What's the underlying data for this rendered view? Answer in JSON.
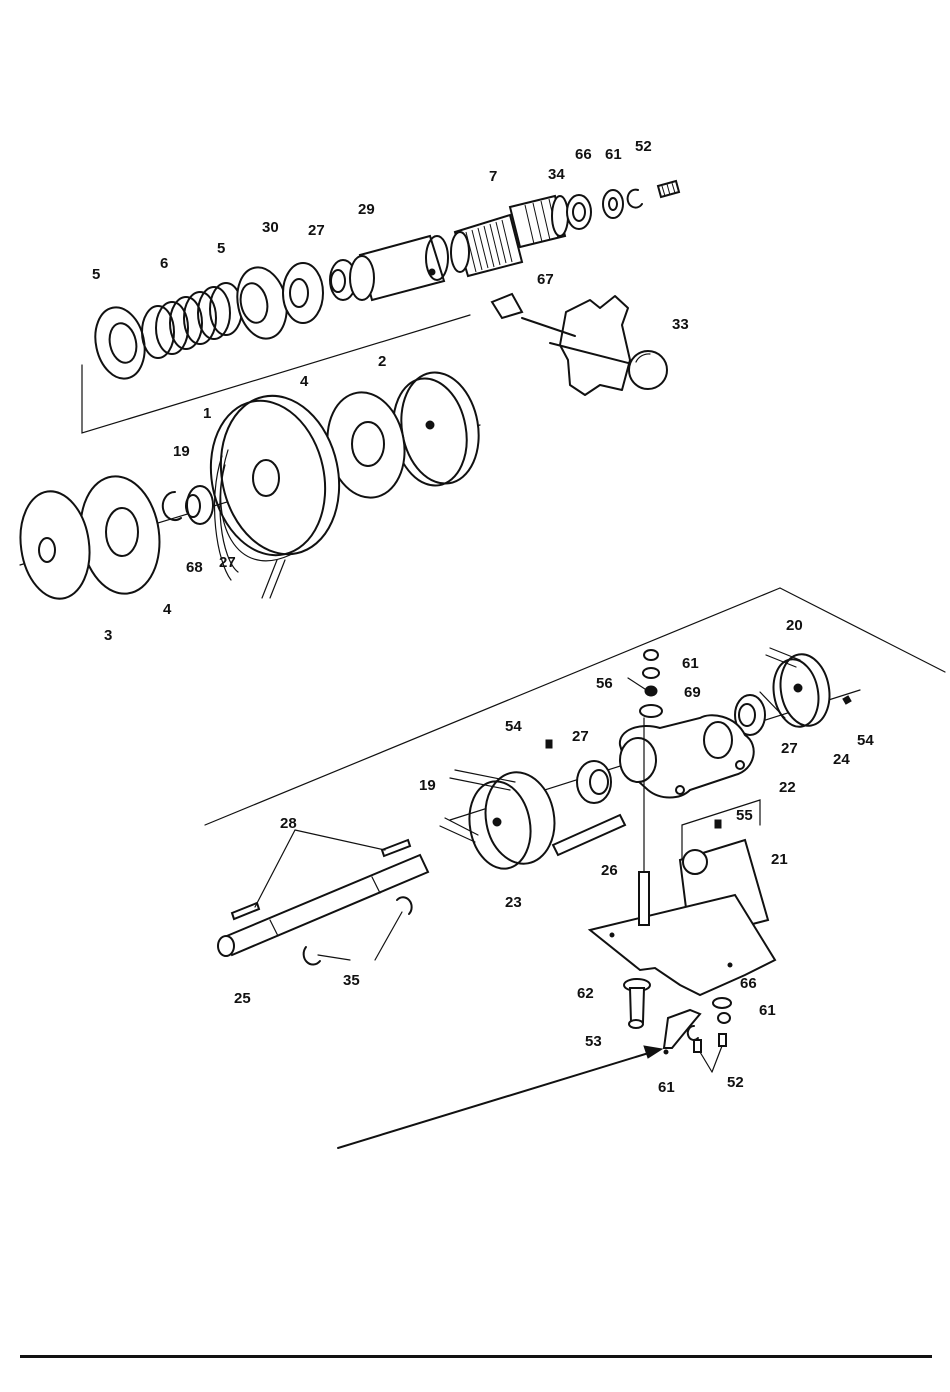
{
  "diagram": {
    "labels": {
      "top": [
        "5",
        "6",
        "5",
        "30",
        "27",
        "29",
        "7",
        "34",
        "66",
        "61",
        "52",
        "67",
        "33",
        "2",
        "4",
        "1",
        "19",
        "68",
        "27",
        "3",
        "4"
      ],
      "bottom": [
        "20",
        "61",
        "56",
        "69",
        "54",
        "27",
        "27",
        "24",
        "54",
        "22",
        "19",
        "55",
        "28",
        "26",
        "21",
        "23",
        "35",
        "25",
        "62",
        "66",
        "61",
        "53",
        "61",
        "52"
      ]
    }
  }
}
